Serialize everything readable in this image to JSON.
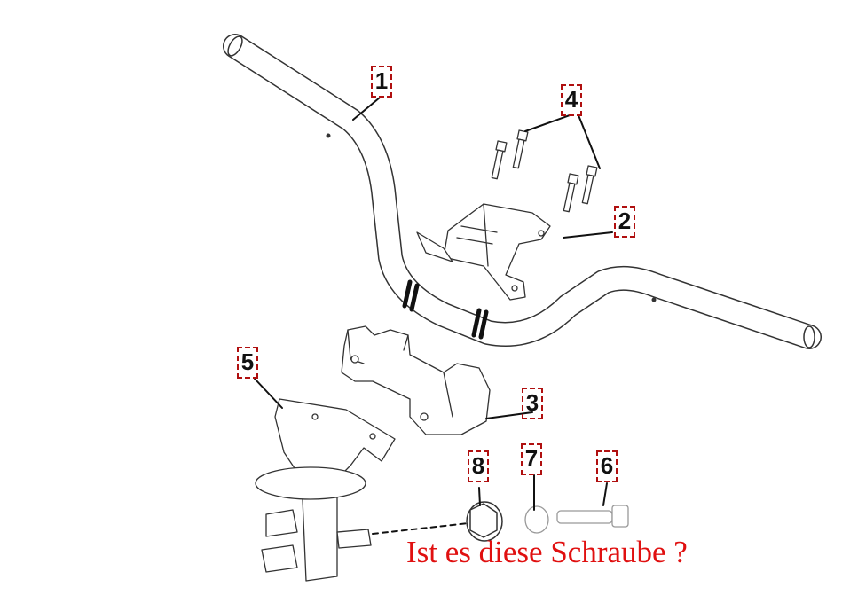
{
  "diagram": {
    "callouts": [
      {
        "id": "1",
        "part": "handlebar"
      },
      {
        "id": "2",
        "part": "upper-clamp"
      },
      {
        "id": "3",
        "part": "lower-clamp"
      },
      {
        "id": "4",
        "part": "clamp-bolts"
      },
      {
        "id": "5",
        "part": "steering-stem"
      },
      {
        "id": "6",
        "part": "bolt"
      },
      {
        "id": "7",
        "part": "washer"
      },
      {
        "id": "8",
        "part": "nut"
      }
    ],
    "caption": "Ist es diese Schraube ?",
    "colors": {
      "caption": "#e01010",
      "callout_border": "#b01010",
      "line": "#222222"
    }
  }
}
